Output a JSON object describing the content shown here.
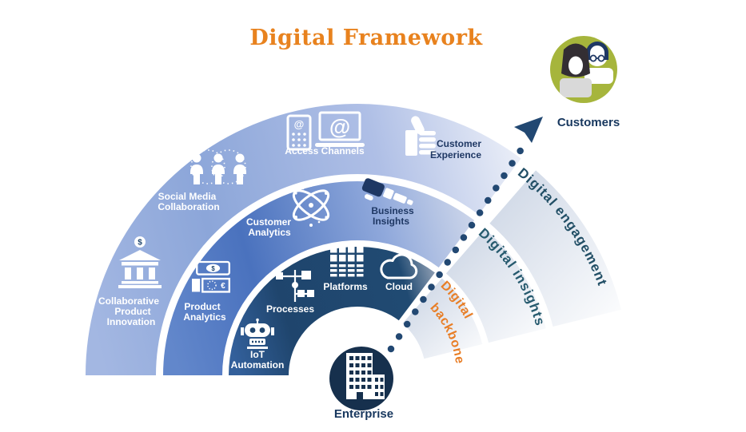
{
  "title": "Digital Framework",
  "center_node": {
    "label": "Enterprise",
    "icon": "building-icon",
    "color": "#16304D"
  },
  "end_node": {
    "label": "Customers",
    "icon": "two-people-icon",
    "color": "#A6B53C"
  },
  "flow_labels": {
    "backbone": {
      "lines": [
        "Digital",
        "backbone"
      ],
      "color": "#E87E26"
    },
    "insights": {
      "label": "Digital insights",
      "color": "#265A6E"
    },
    "engagement": {
      "label": "Digital engagement",
      "color": "#224F66"
    }
  },
  "rings": [
    {
      "name": "engagement-ring",
      "color": "#8CA6D9",
      "items": [
        {
          "icon": "bank-icon",
          "lines": [
            "Collaborative",
            "Product",
            "Innovation"
          ]
        },
        {
          "icon": "people-network-icon",
          "lines": [
            "Social Media",
            "Collaboration"
          ]
        },
        {
          "icon": "devices-icon",
          "lines": [
            "Access Channels"
          ]
        },
        {
          "icon": "thumbs-up-icon",
          "lines": [
            "Customer",
            "Experience"
          ]
        }
      ]
    },
    {
      "name": "insights-ring",
      "color": "#4A72BE",
      "items": [
        {
          "icon": "banknotes-icon",
          "lines": [
            "Product",
            "Analytics"
          ]
        },
        {
          "icon": "atom-icon",
          "lines": [
            "Customer",
            "Analytics"
          ]
        },
        {
          "icon": "telescope-icon",
          "lines": [
            "Business",
            "Insights"
          ]
        }
      ]
    },
    {
      "name": "backbone-ring",
      "color": "#1E4269",
      "items": [
        {
          "icon": "robot-icon",
          "lines": [
            "IoT",
            "Automation"
          ]
        },
        {
          "icon": "flowchart-icon",
          "lines": [
            "Processes"
          ]
        },
        {
          "icon": "grid-icon",
          "lines": [
            "Platforms"
          ]
        },
        {
          "icon": "cloud-icon",
          "lines": [
            "Cloud"
          ]
        }
      ]
    }
  ]
}
